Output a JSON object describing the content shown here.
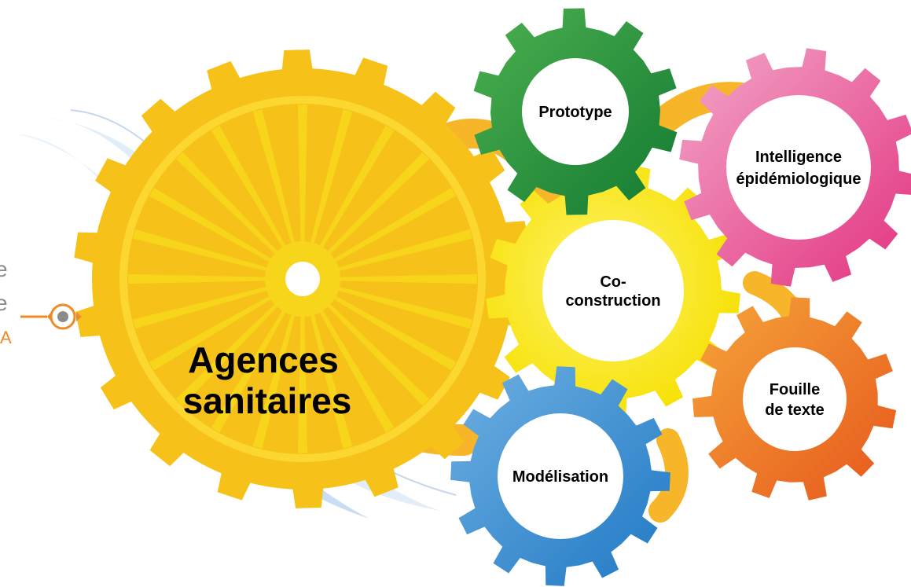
{
  "logo": {
    "line1": "e",
    "line2": "e",
    "line3": "A"
  },
  "title": {
    "line1": "Agences",
    "line2": "sanitaires"
  },
  "gears": [
    {
      "id": "prototype",
      "lines": [
        "Prototype"
      ],
      "color": "#2f9e3f"
    },
    {
      "id": "intelligence",
      "lines": [
        "Intelligence",
        "épidémiologique"
      ],
      "color": "#e8559a"
    },
    {
      "id": "coconstruction",
      "lines": [
        "Co-",
        "construction"
      ],
      "color": "#f3e21a"
    },
    {
      "id": "fouille",
      "lines": [
        "Fouille",
        "de texte"
      ],
      "color": "#ef7a26"
    },
    {
      "id": "modelisation",
      "lines": [
        "Modélisation"
      ],
      "color": "#3a8fd2"
    }
  ],
  "colors": {
    "accent_orange": "#f08a24",
    "logo_grey": "#8c8c8c",
    "wave": "#cfe2f3"
  }
}
